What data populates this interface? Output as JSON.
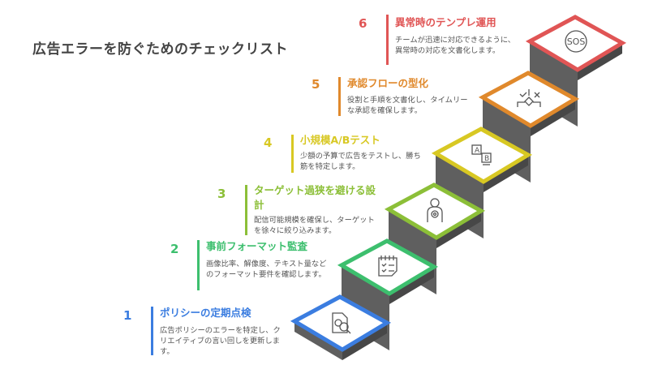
{
  "title": "広告エラーを防ぐためのチェックリスト",
  "steps": [
    {
      "number": "1",
      "title": "ポリシーの定期点検",
      "desc": "広告ポリシーのエラーを特定し、クリエイティブの言い回しを更新します。",
      "color": "#3b7de0",
      "icon": "document-search-icon"
    },
    {
      "number": "2",
      "title": "事前フォーマット監査",
      "desc": "画像比率、解像度、テキスト量などのフォーマット要件を確認します。",
      "color": "#3dbf6e",
      "icon": "checklist-calendar-icon"
    },
    {
      "number": "3",
      "title": "ターゲット過狭を避ける設計",
      "desc": "配信可能規模を確保し、ターゲットを徐々に絞り込みます。",
      "color": "#8cbf38",
      "icon": "person-target-icon"
    },
    {
      "number": "4",
      "title": "小規模A/Bテスト",
      "desc": "少額の予算で広告をテストし、勝ち筋を特定します。",
      "color": "#d8c823",
      "icon": "ab-test-icon"
    },
    {
      "number": "5",
      "title": "承認フローの型化",
      "desc": "役割と手順を文書化し、タイムリーな承認を確保します。",
      "color": "#e0892c",
      "icon": "approval-flow-icon"
    },
    {
      "number": "6",
      "title": "異常時のテンプレ運用",
      "desc": "チームが迅速に対応できるように、異常時の対応を文書化します。",
      "color": "#e05555",
      "icon": "sos-icon",
      "icon_text": "SOS"
    }
  ]
}
